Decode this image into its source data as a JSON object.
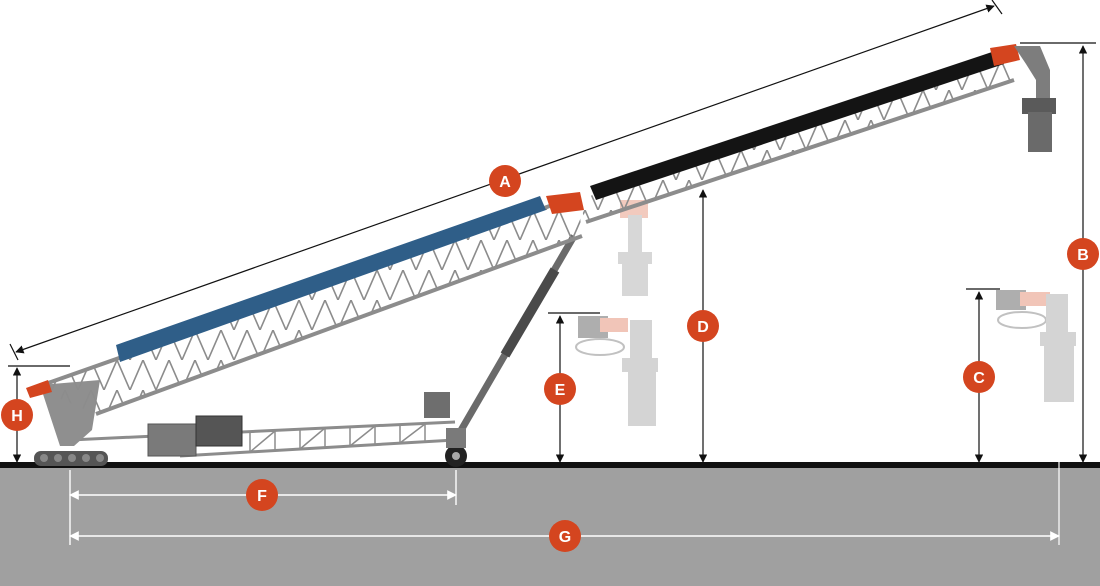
{
  "diagram": {
    "labels": {
      "A": "A",
      "B": "B",
      "C": "C",
      "D": "D",
      "E": "E",
      "F": "F",
      "G": "G",
      "H": "H"
    },
    "colors": {
      "marker": "#d4451f",
      "ground": "#a0a0a0",
      "ground_line": "#111111",
      "steel": "#8c8c8c",
      "blue_cover": "#2f5e88",
      "black_belt": "#141414",
      "ghost": "#b8b8b8",
      "dimension": "#111111",
      "ground_dimension": "#ffffff"
    },
    "icons": [
      "radial-stacker-conveyor",
      "telescoping-conveyor-section",
      "discharge-chute",
      "tracked-base",
      "wheel-bogie",
      "power-unit"
    ]
  }
}
